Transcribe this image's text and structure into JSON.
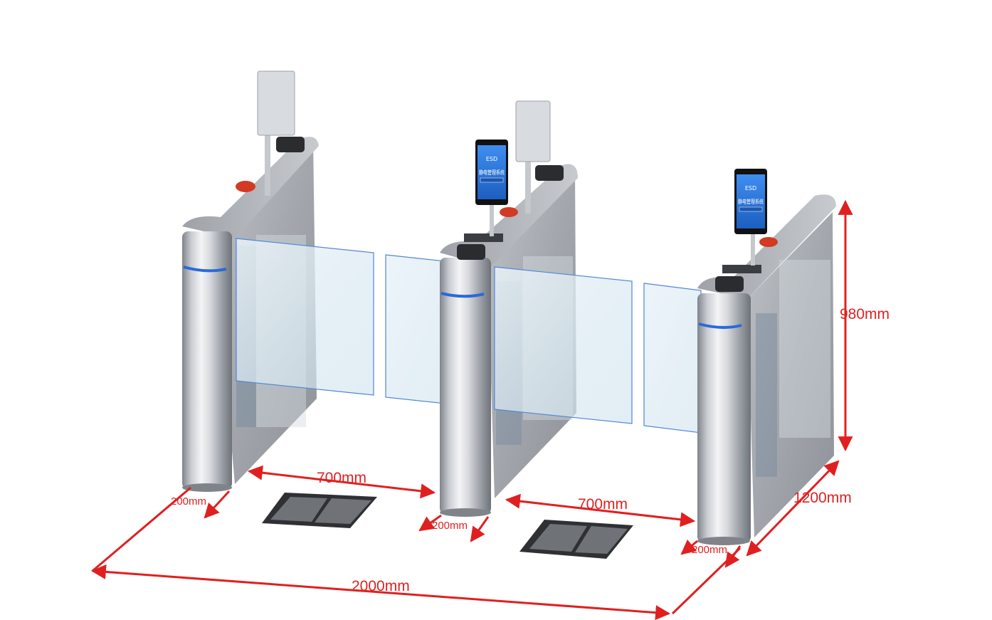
{
  "screen": {
    "title": "ESD",
    "subtitle": "静电管理系统"
  },
  "dimensions": {
    "lane_width_1": "700mm",
    "lane_width_2": "700mm",
    "height": "980mm",
    "depth": "1200mm",
    "total_width": "2000mm",
    "cabinet_width_1": "200mm",
    "cabinet_width_2": "200mm",
    "cabinet_width_3": "200mm"
  },
  "colors": {
    "dimension": "#e02020",
    "steel_light": "#e4e6ea",
    "steel_dark": "#8a8e95",
    "led": "#2a6ad8",
    "screen": "#2a78d8"
  }
}
